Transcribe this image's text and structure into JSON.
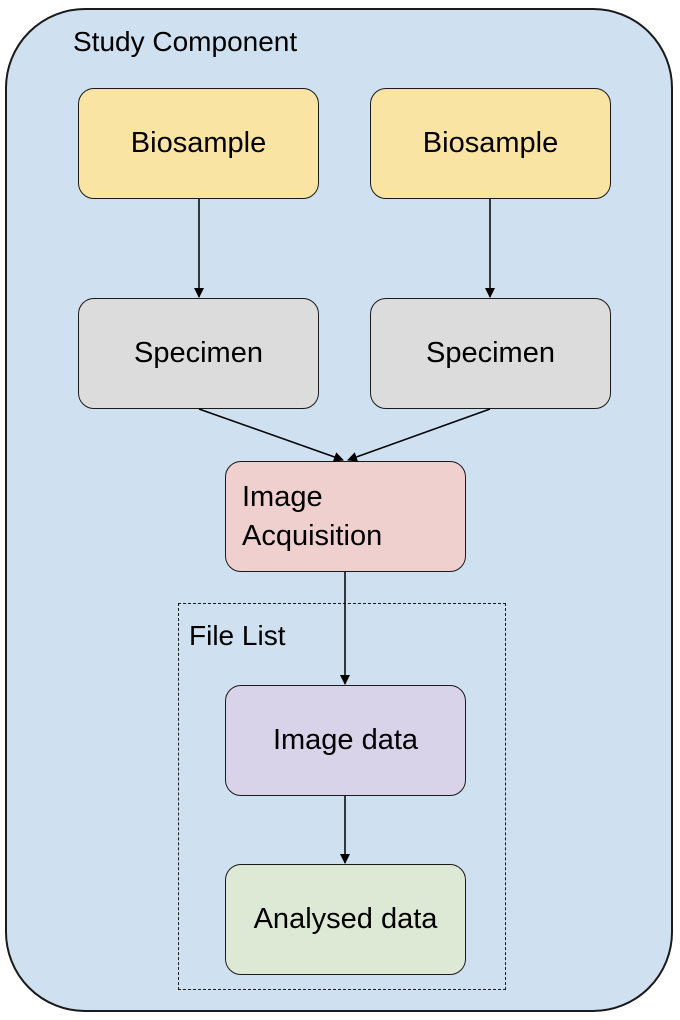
{
  "diagram": {
    "container": {
      "label": "Study Component",
      "color": "#cfe0f1"
    },
    "file_list": {
      "label": "File List"
    },
    "nodes": {
      "biosample_left": {
        "label": "Biosample",
        "color": "#f9e4a4"
      },
      "biosample_right": {
        "label": "Biosample",
        "color": "#f9e4a4"
      },
      "specimen_left": {
        "label": "Specimen",
        "color": "#dcdcdc"
      },
      "specimen_right": {
        "label": "Specimen",
        "color": "#dcdcdc"
      },
      "image_acquisition": {
        "label_line1": "Image",
        "label_line2": "Acquisition",
        "color": "#f0cfcf"
      },
      "image_data": {
        "label": "Image data",
        "color": "#d8d3e9"
      },
      "analysed_data": {
        "label": "Analysed data",
        "color": "#dde8d5"
      }
    },
    "edges": [
      {
        "from": "biosample_left",
        "to": "specimen_left"
      },
      {
        "from": "biosample_right",
        "to": "specimen_right"
      },
      {
        "from": "specimen_left",
        "to": "image_acquisition"
      },
      {
        "from": "specimen_right",
        "to": "image_acquisition"
      },
      {
        "from": "image_acquisition",
        "to": "image_data"
      },
      {
        "from": "image_data",
        "to": "analysed_data"
      }
    ]
  }
}
